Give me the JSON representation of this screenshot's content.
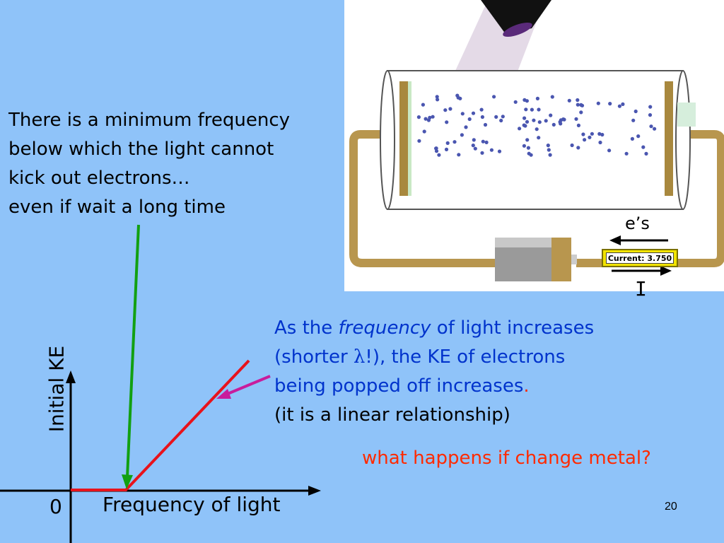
{
  "min_frequency_text": {
    "line1": "There is a minimum frequency",
    "line2": "below which the light cannot",
    "line3": "kick out electrons…",
    "line4": "even if wait a long time"
  },
  "frequency_text": {
    "part1": "As the ",
    "part2_italic": "frequency",
    "part3": " of light increases",
    "line2_a": "(shorter ",
    "line2_lambda": "λ",
    "line2_b": "!), the KE of electrons",
    "line3": "being popped off increases",
    "line3_period": ".",
    "line4": "(it is a linear relationship)"
  },
  "question_text": "what happens if change metal?",
  "slide_number": "20",
  "graph": {
    "y_axis_label": "Initial KE",
    "x_axis_label": "Frequency of light",
    "origin_label": "0",
    "line_color": "#e8121b"
  },
  "apparatus": {
    "electrons_label": "e’s",
    "current_label": "I",
    "meter_text": "Current: 3.750"
  },
  "colors": {
    "background": "#8fc3f9",
    "blue_text": "#0033cc",
    "red_text": "#ff2a00",
    "green_arrow": "#12a012",
    "magenta_arrow": "#c81c9c"
  }
}
